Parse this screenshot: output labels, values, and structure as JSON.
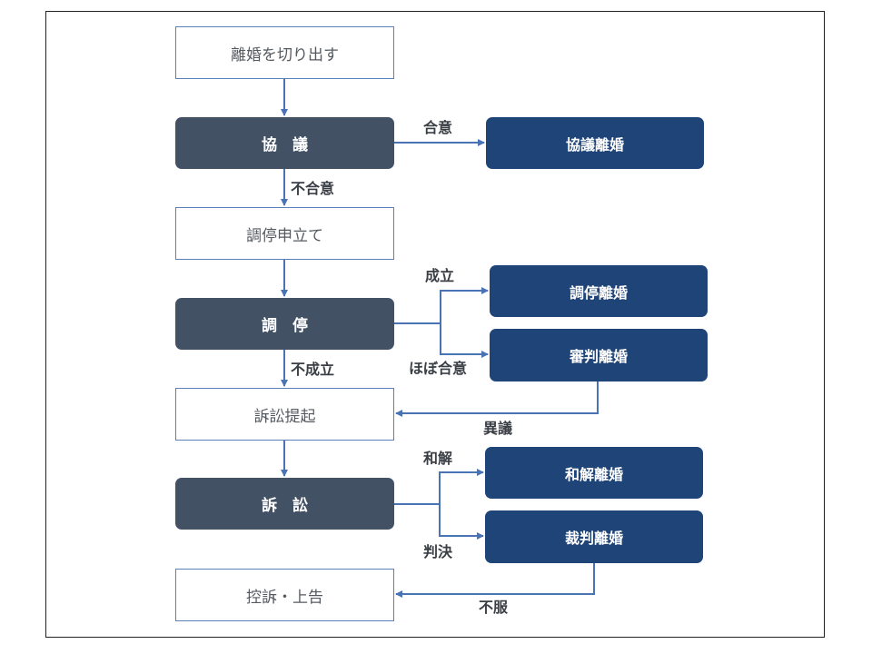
{
  "steps": {
    "start": "離婚を切り出す",
    "mediation_filing": "調停申立て",
    "lawsuit_filing": "訴訟提起",
    "appeal": "控訴・上告"
  },
  "stages": {
    "negotiation": "協　議",
    "mediation": "調　停",
    "litigation": "訴　訟"
  },
  "outcomes": {
    "negotiated_divorce": "協議離婚",
    "mediated_divorce": "調停離婚",
    "adjudicated_divorce": "審判離婚",
    "settlement_divorce": "和解離婚",
    "judgment_divorce": "裁判離婚"
  },
  "edge_labels": {
    "agree": "合意",
    "disagree": "不合意",
    "established": "成立",
    "nearly_agree": "ほぼ合意",
    "not_established": "不成立",
    "objection": "異議",
    "settlement": "和解",
    "judgment": "判決",
    "dissatisfaction": "不服"
  }
}
